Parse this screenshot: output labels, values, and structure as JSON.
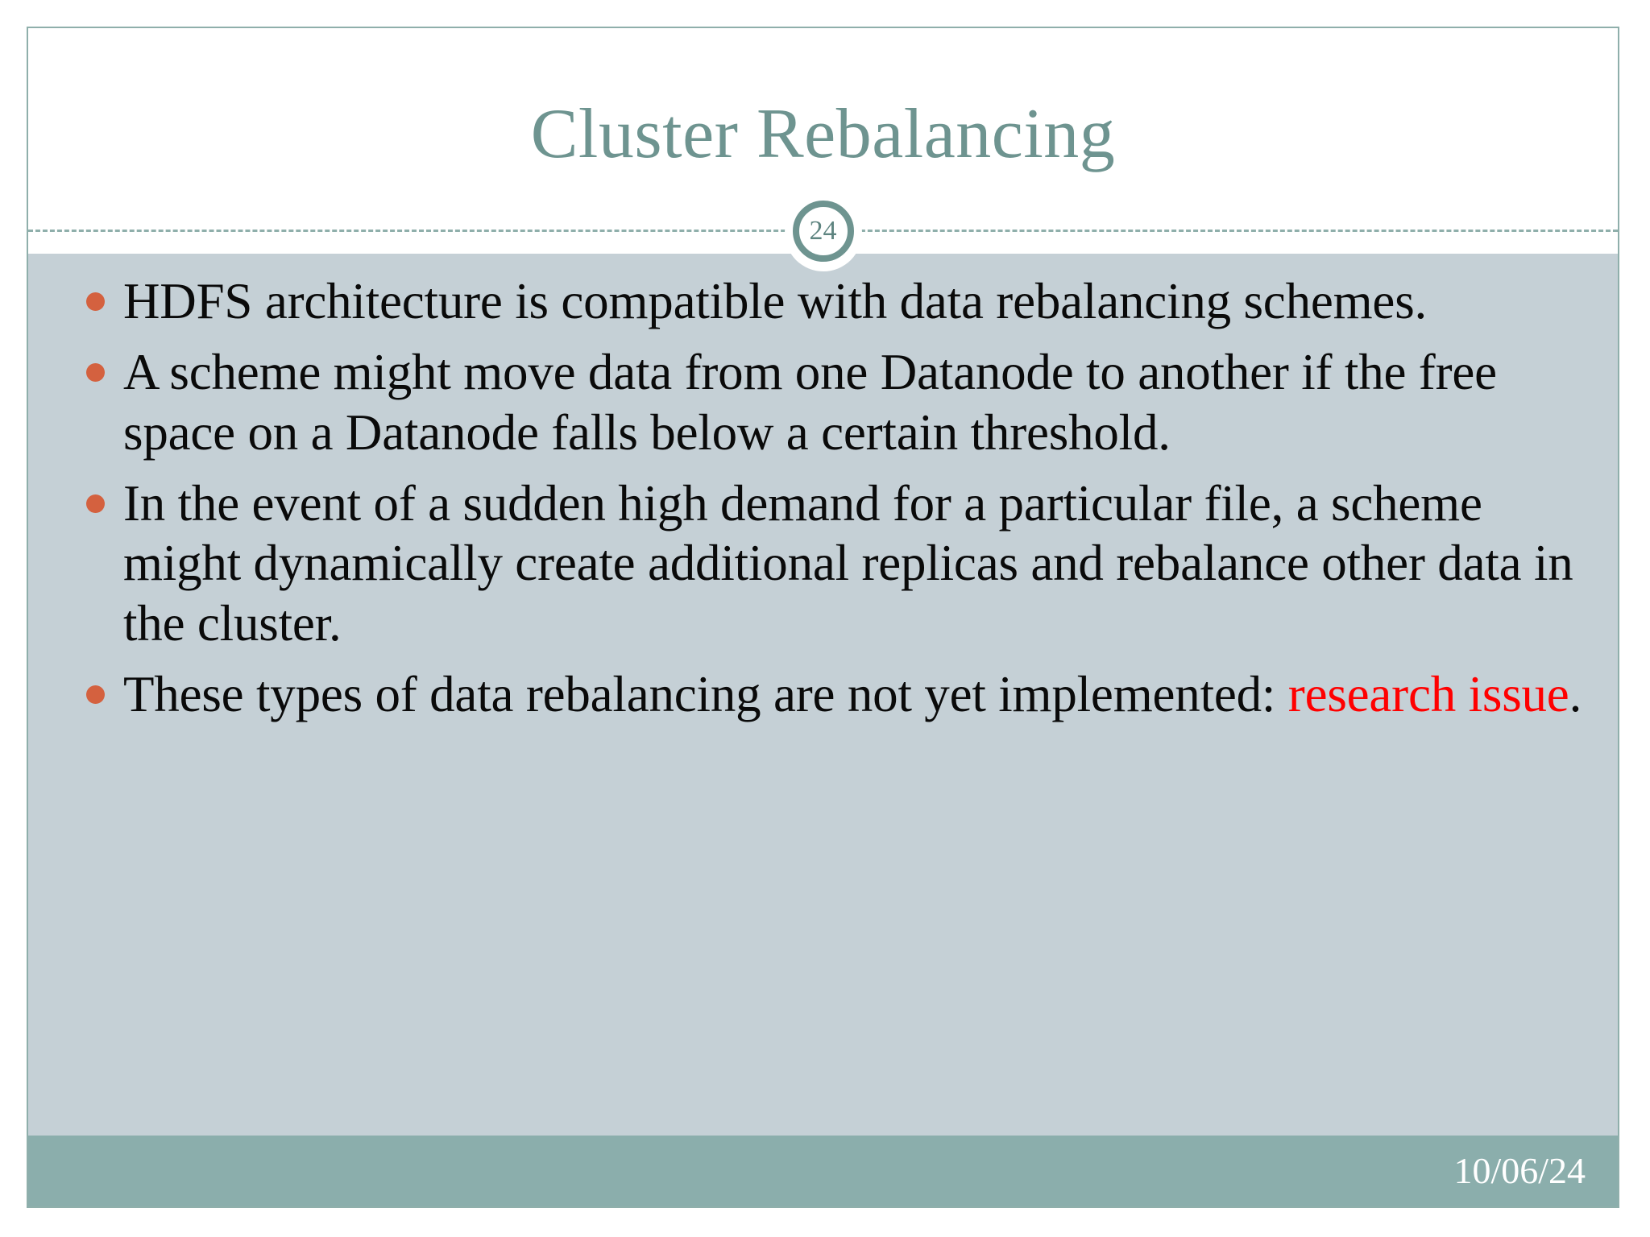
{
  "slide": {
    "title": "Cluster Rebalancing",
    "page_number": "24",
    "footer_date": "10/06/24",
    "bullets": [
      {
        "text": "HDFS architecture is compatible with data rebalancing schemes."
      },
      {
        "text": "A scheme might move data from one Datanode to another if the free space on a Datanode falls below a certain threshold."
      },
      {
        "text": "In the event of a sudden high demand for a particular file, a scheme might dynamically create additional replicas and rebalance other data in the cluster."
      },
      {
        "lead": "These types of data rebalancing are not yet implemented: ",
        "highlight": "research issue",
        "trail": "."
      }
    ]
  },
  "colors": {
    "title": "#6E9490",
    "content_bg": "#C5D0D6",
    "footer_bar": "#8BAEAC",
    "bullet_dot": "#D4613F",
    "highlight_text": "#FF0000",
    "border": "#8FAFAB"
  }
}
